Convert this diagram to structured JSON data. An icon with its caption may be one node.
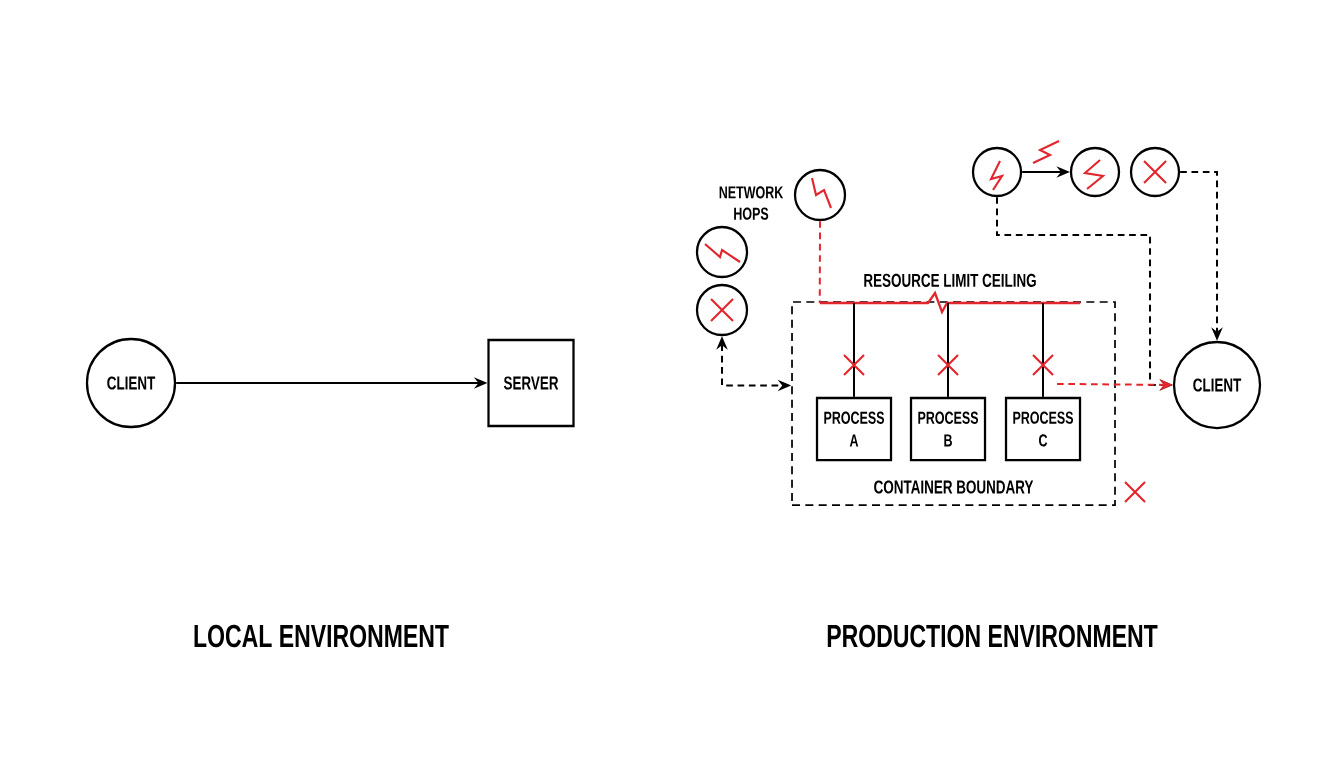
{
  "diagram": {
    "nodes": [
      {
        "text": [
          "CLIENT"
        ]
      },
      {
        "text": [
          "SERVER"
        ]
      },
      {
        "text": [],
        "shape": "circle",
        "beside": [
          "NETWORK HOPS"
        ]
      },
      {
        "text": [],
        "shape": "circle"
      },
      {
        "text": [],
        "shape": "circle"
      },
      {
        "text": [
          "CONTAINER BOUNDARY"
        ]
      },
      {
        "text": [
          "RESOURCE LIMIT CEILING"
        ]
      },
      {
        "text": [
          "PROCESS A"
        ],
        "in": 5
      },
      {
        "text": [
          "PROCESS B"
        ],
        "in": 5
      },
      {
        "text": [
          "PROCESS C"
        ],
        "in": 5
      },
      {
        "text": [],
        "shape": "circle"
      },
      {
        "text": [],
        "shape": "circle"
      },
      {
        "text": [],
        "shape": "circle"
      },
      {
        "text": [
          "CLIENT"
        ]
      }
    ],
    "edges": [
      {
        "from": 0,
        "to": 1,
        "arrow": "to"
      },
      {
        "from": 2,
        "to": 6,
        "arrow": "none",
        "style": "dashed",
        "color": "#e3262e"
      },
      {
        "from": 6,
        "to": 7,
        "arrow": "none"
      },
      {
        "from": 6,
        "to": 8,
        "arrow": "none"
      },
      {
        "from": 6,
        "to": 9,
        "arrow": "none"
      },
      {
        "from": 4,
        "to": 5,
        "arrow": "both",
        "style": "dashed"
      },
      {
        "from": 10,
        "to": 11,
        "arrow": "to"
      },
      {
        "from": 12,
        "to": 13,
        "arrow": "to",
        "style": "dashed"
      },
      {
        "from": 10,
        "to": 13,
        "arrow": "to",
        "style": "dashed"
      },
      {
        "from": 9,
        "to": 13,
        "arrow": "to",
        "style": "dashed",
        "color": "#e3262e"
      }
    ],
    "labels": [
      "LOCAL ENVIRONMENT",
      "PRODUCTION ENVIRONMENT"
    ]
  }
}
